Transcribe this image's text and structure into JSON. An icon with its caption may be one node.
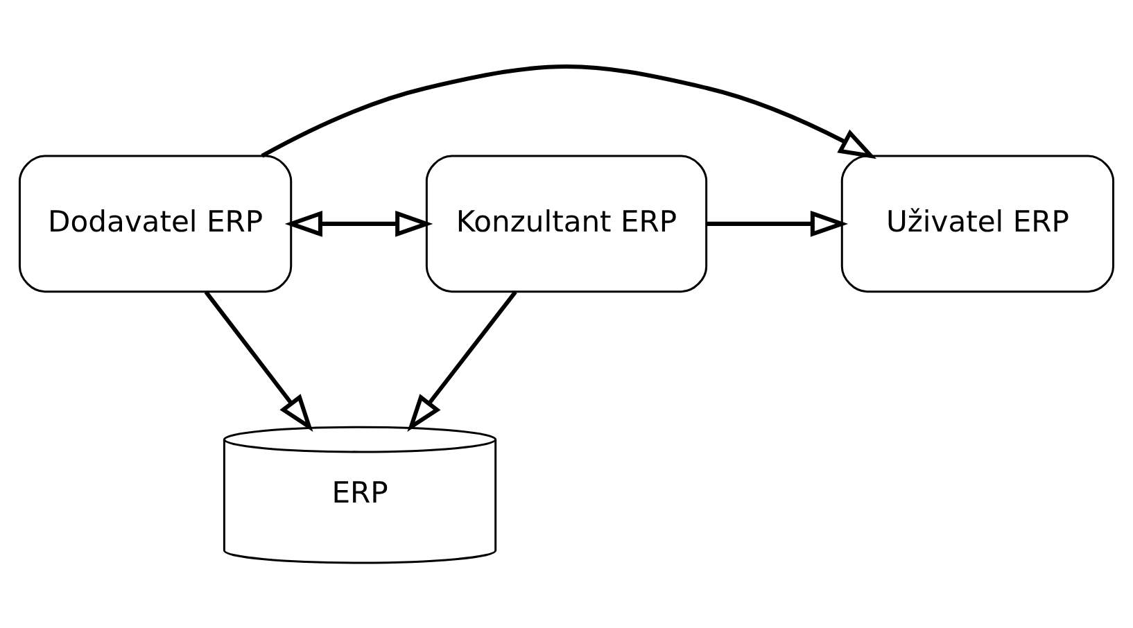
{
  "diagram": {
    "nodes": [
      {
        "text": [
          "Dodavatel ERP"
        ]
      },
      {
        "text": [
          "Uživatel ERP"
        ]
      },
      {
        "text": [
          "Konzultant ERP"
        ]
      },
      {
        "text": [
          "ERP"
        ]
      }
    ],
    "edges": [
      {
        "from": 0,
        "to": 2,
        "arrow": "both"
      },
      {
        "from": 0,
        "to": 1,
        "arrow": "to"
      },
      {
        "from": 2,
        "to": 1,
        "arrow": "to"
      },
      {
        "from": 0,
        "to": 3,
        "arrow": "to"
      },
      {
        "from": 2,
        "to": 3,
        "arrow": "to"
      }
    ]
  }
}
